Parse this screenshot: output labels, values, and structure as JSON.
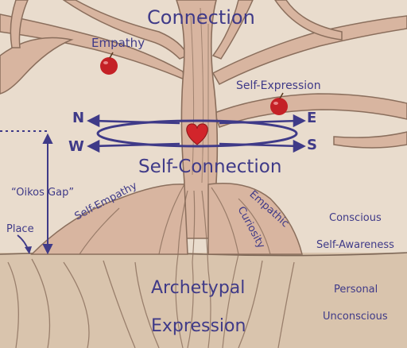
{
  "labels": {
    "connection": "Connection",
    "empathy": "Empathy",
    "self_expression": "Self-Expression",
    "self_connection": "Self-Connection",
    "oikos_gap": "“Oikos Gap”",
    "place": "Place",
    "self_empathy": "Self-Empathy",
    "empathic": "Empathic",
    "curiosity": "Curiosity",
    "conscious": "Conscious",
    "self_awareness": "Self-Awareness",
    "archetypal": "Archetypal",
    "expression": "Expression",
    "personal": "Personal",
    "unconscious": "Unconscious"
  },
  "compass": {
    "north": "N",
    "west": "W",
    "east": "E",
    "south": "S"
  },
  "colors": {
    "background": "#e9dccd",
    "ground": "#d7c2ab",
    "tree": "#d8b5a0",
    "tree_outline": "#8a6e5c",
    "text": "#3f3a88",
    "heart": "#d2252b",
    "apple": "#c42126"
  }
}
